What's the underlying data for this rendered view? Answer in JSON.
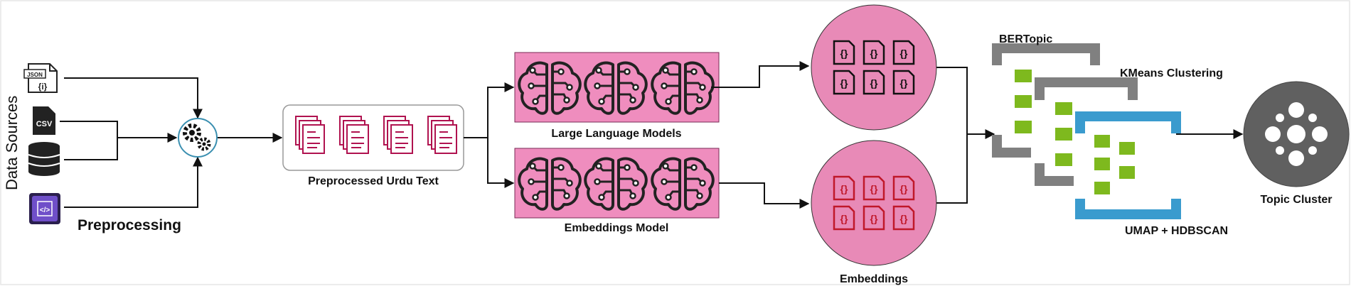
{
  "labels": {
    "data_sources": "Data Sources",
    "preprocessing": "Preprocessing",
    "preprocessed_text": "Preprocessed Urdu Text",
    "llm": "Large Language Models",
    "embeddings_model": "Embeddings Model",
    "embeddings": "Embeddings",
    "bertopic": "BERTopic",
    "kmeans": "KMeans Clustering",
    "umap_hdbscan": "UMAP + HDBSCAN",
    "topic_cluster": "Topic Cluster"
  },
  "icon_text": {
    "json": "JSON",
    "json_braces": "{i}",
    "csv": "CSV",
    "code": "</>",
    "braces": "{}"
  },
  "icons": [
    "json-file-icon",
    "csv-file-icon",
    "database-icon",
    "api-icon",
    "gears-icon",
    "document-stack-icon",
    "brain-circuit-icon",
    "json-object-icon",
    "cluster-icon"
  ],
  "colors": {
    "pink_box": "#EF8DBE",
    "pink_circle": "#E88AB7",
    "doc_stroke": "#B0124F",
    "red_icon": "#C0182A",
    "gray": "#808080",
    "green": "#7EB91E",
    "blue": "#3A9BCE",
    "dark_circle": "#606060"
  }
}
